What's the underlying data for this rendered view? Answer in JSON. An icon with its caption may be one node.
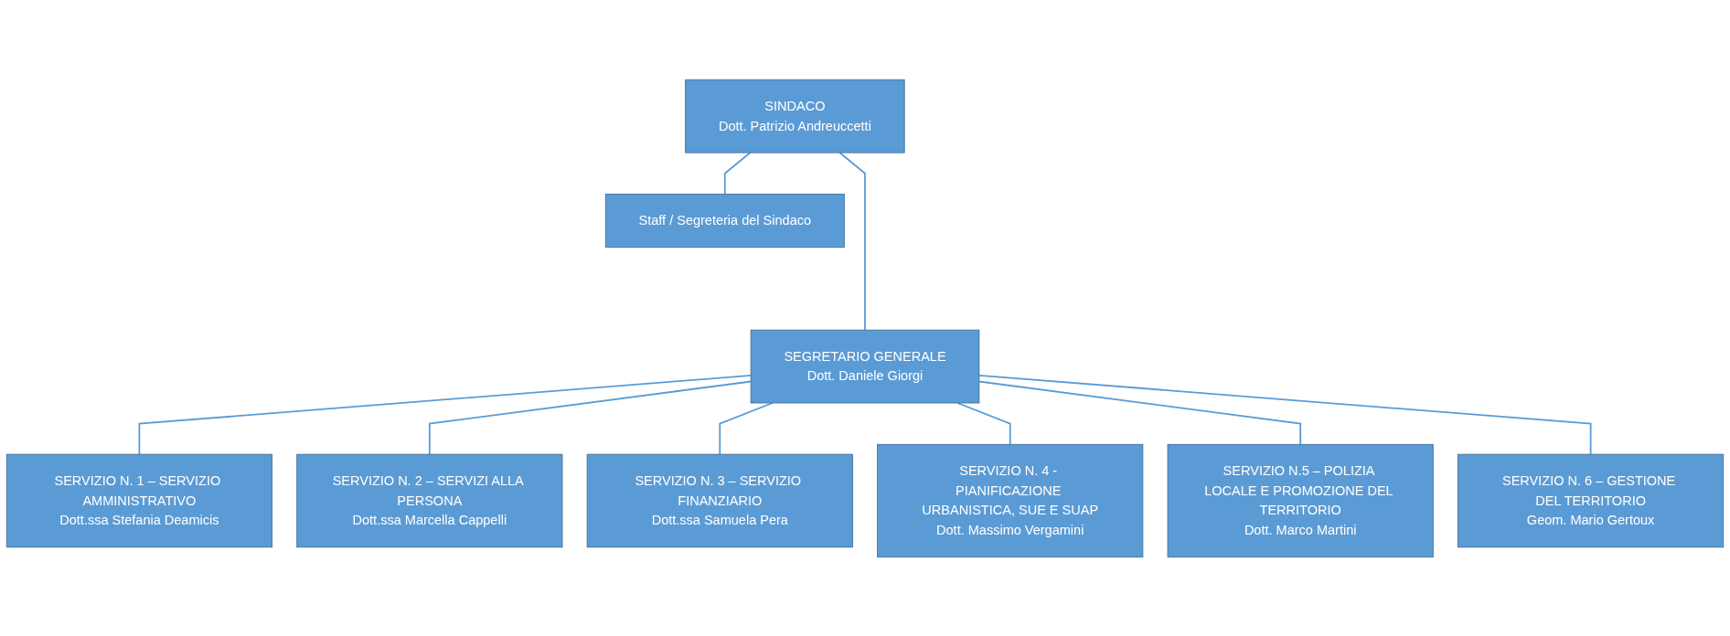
{
  "diagram": {
    "nodes": [
      {
        "text": [
          "SINDACO",
          "Dott. Patrizio Andreuccetti"
        ]
      },
      {
        "text": [
          "Staff / Segreteria del Sindaco"
        ]
      },
      {
        "text": [
          "SEGRETARIO GENERALE",
          "Dott. Daniele Giorgi"
        ]
      },
      {
        "text": [
          "SERVIZIO N. 1 – SERVIZIO AMMINISTRATIVO",
          "Dott.ssa Stefania Deamicis"
        ]
      },
      {
        "text": [
          "SERVIZIO N. 2 – SERVIZI ALLA PERSONA",
          "Dott.ssa Marcella Cappelli"
        ]
      },
      {
        "text": [
          "SERVIZIO N. 3 – SERVIZIO FINANZIARIO",
          "Dott.ssa Samuela Pera"
        ]
      },
      {
        "text": [
          "SERVIZIO N. 4 - PIANIFICAZIONE URBANISTICA, SUE E SUAP",
          "Dott. Massimo Vergamini"
        ]
      },
      {
        "text": [
          "SERVIZIO N.5 – POLIZIA LOCALE E PROMOZIONE DEL TERRITORIO",
          "Dott. Marco Martini"
        ]
      },
      {
        "text": [
          "SERVIZIO N. 6 – GESTIONE DEL TERRITORIO",
          "Geom. Mario Gertoux"
        ]
      }
    ],
    "edges": [
      {
        "from": 0,
        "to": 2,
        "arrow": "none"
      },
      {
        "from": 0,
        "to": 1,
        "arrow": "none"
      },
      {
        "from": 2,
        "to": 3,
        "arrow": "none"
      },
      {
        "from": 2,
        "to": 4,
        "arrow": "none"
      },
      {
        "from": 2,
        "to": 5,
        "arrow": "none"
      },
      {
        "from": 2,
        "to": 6,
        "arrow": "none"
      },
      {
        "from": 2,
        "to": 7,
        "arrow": "none"
      },
      {
        "from": 2,
        "to": 8,
        "arrow": "none"
      }
    ]
  }
}
